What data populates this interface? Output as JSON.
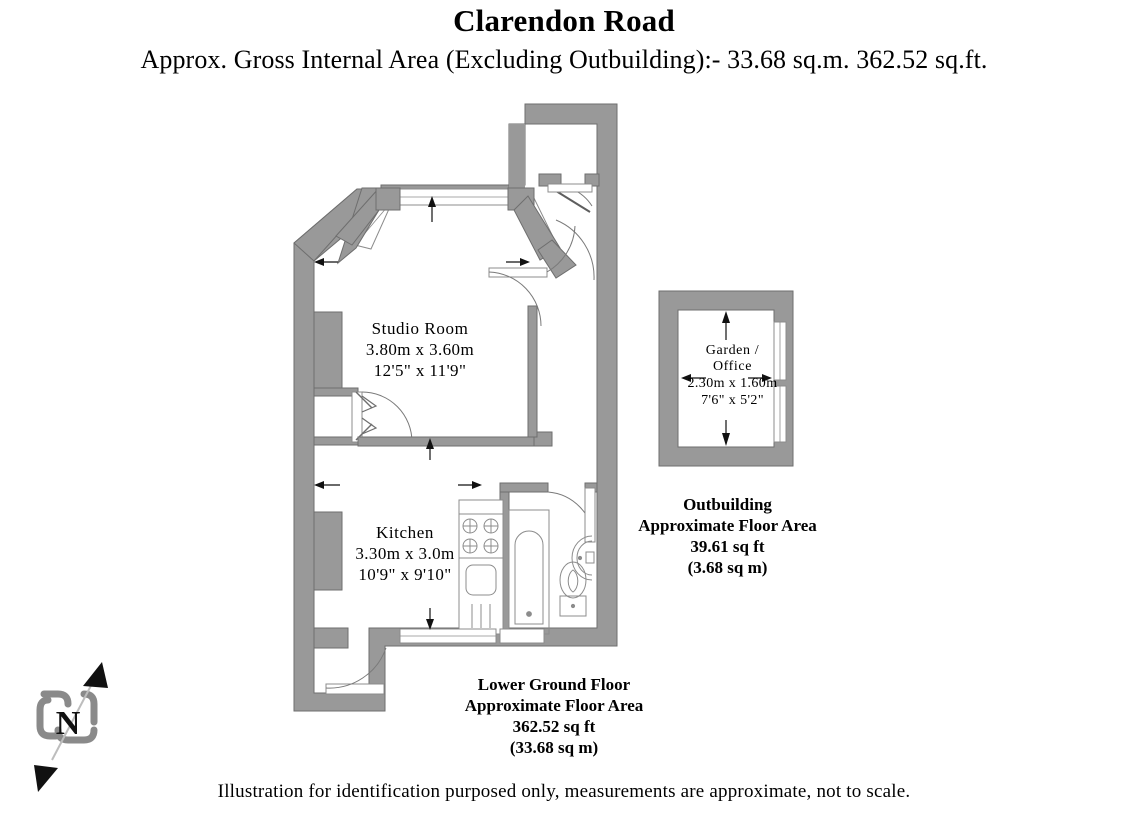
{
  "header": {
    "title": "Clarendon Road",
    "subtitle": "Approx. Gross Internal Area (Excluding Outbuilding):- 33.68 sq.m. 362.52 sq.ft."
  },
  "rooms": [
    {
      "id": "studio-room",
      "name": "Studio Room",
      "dim_metric": "3.80m x 3.60m",
      "dim_imperial": "12'5\" x 11'9\""
    },
    {
      "id": "kitchen",
      "name": "Kitchen",
      "dim_metric": "3.30m x 3.0m",
      "dim_imperial": "10'9\" x 9'10\""
    },
    {
      "id": "garden-office",
      "name_line1": "Garden /",
      "name_line2": "Office",
      "dim_metric": "2.30m x 1.60m",
      "dim_imperial": "7'6\" x 5'2\""
    }
  ],
  "captions": {
    "outbuilding": {
      "line1": "Outbuilding",
      "line2": "Approximate Floor Area",
      "line3": "39.61 sq ft",
      "line4": "(3.68 sq m)"
    },
    "lower_ground": {
      "line1": "Lower Ground Floor",
      "line2": "Approximate Floor Area",
      "line3": "362.52 sq ft",
      "line4": "(33.68 sq m)"
    }
  },
  "footnote": "Illustration for identification purposed only, measurements are approximate, not to scale.",
  "compass": {
    "label": "N"
  },
  "colors": {
    "wall_fill": "#999999",
    "wall_stroke": "#6e6e6e",
    "fixture_stroke": "#8c8c8c",
    "door_arc": "#7a7a7a",
    "text": "#000000",
    "background": "#ffffff",
    "window_fill": "#ffffff",
    "compass_outline": "#8a8a8a",
    "compass_arrow": "#111111"
  },
  "fixtures": [
    {
      "name": "hob",
      "burners": 4
    },
    {
      "name": "sink"
    },
    {
      "name": "bath"
    },
    {
      "name": "toilet"
    },
    {
      "name": "washbasin"
    }
  ]
}
